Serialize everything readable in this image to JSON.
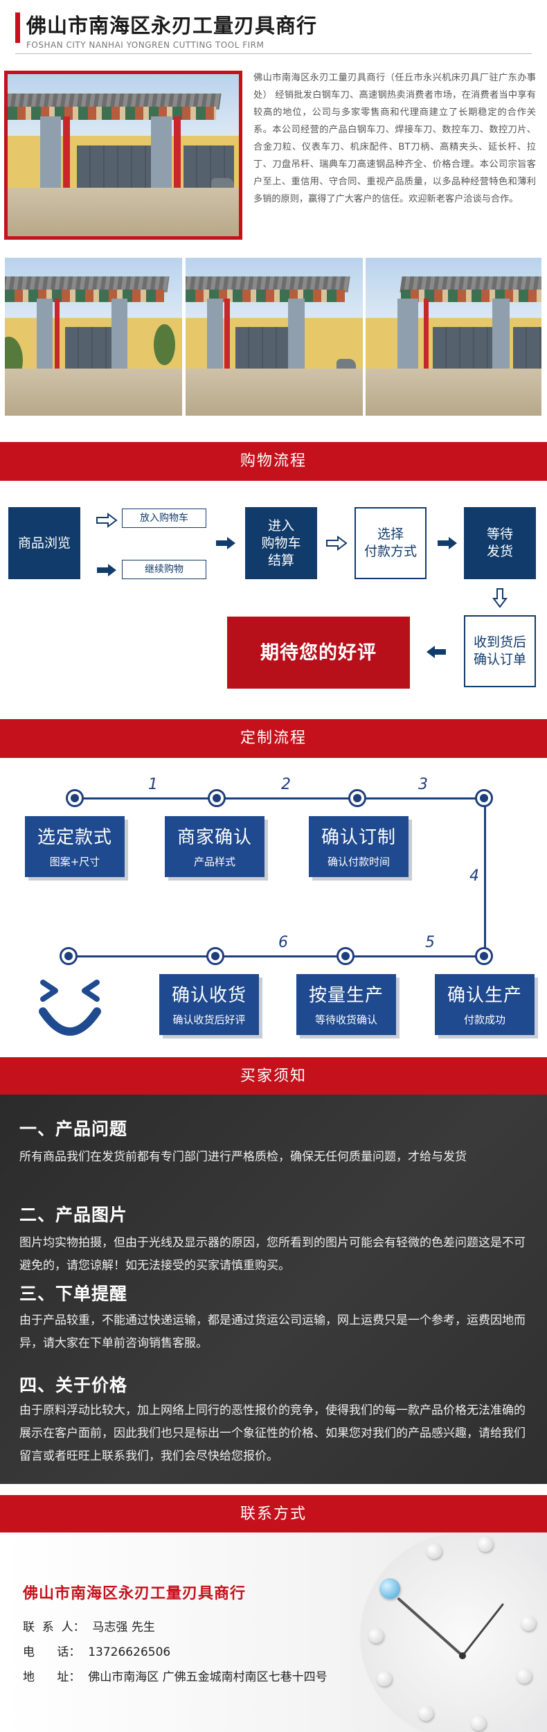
{
  "header": {
    "title": "佛山市南海区永刃工量刃具商行",
    "subtitle": "FOSHAN CITY NANHAI YONGREN CUTTING TOOL FIRM"
  },
  "intro": "佛山市南海区永刃工量刃具商行（任丘市永兴机床刃具厂驻广东办事处） 经销批发白钢车刀、高速钢热卖消费者市场，在消费者当中享有较高的地位，公司与多家零售商和代理商建立了长期稳定的合作关系。本公司经营的产品白钢车刀、焊接车刀、数控车刀、数控刀片、合金刀粒、仪表车刀、机床配件、BT刀柄、高精夹头、延长杆、拉丁、刀盘吊杆、瑞典车刀高速钢品种齐全、价格合理。本公司宗旨客户至上、重信用、守合同、重视产品质量，以多品种经营特色和薄利多销的原则，赢得了广大客户的信任。欢迎新老客户洽谈与合作。",
  "sections": {
    "shopping": "购物流程",
    "custom": "定制流程",
    "notice": "买家须知",
    "contact": "联系方式"
  },
  "shopping_flow": {
    "browse": "商品浏览",
    "add_cart": "放入购物车",
    "continue": "继续购物",
    "checkout": "进入\n购物车\n结算",
    "pay": "选择\n付款方式",
    "ship": "等待\n发货",
    "confirm": "收到货后\n确认订单",
    "review": "期待您的好评"
  },
  "custom_flow": {
    "nums": [
      "1",
      "2",
      "3",
      "4",
      "5",
      "6"
    ],
    "steps": [
      {
        "title": "选定款式",
        "sub": "图案+尺寸"
      },
      {
        "title": "商家确认",
        "sub": "产品样式"
      },
      {
        "title": "确认订制",
        "sub": "确认付款时间"
      },
      {
        "title": "确认生产",
        "sub": "付款成功"
      },
      {
        "title": "按量生产",
        "sub": "等待收货确认"
      },
      {
        "title": "确认收货",
        "sub": "确认收货后好评"
      }
    ]
  },
  "notice": {
    "items": [
      {
        "h": "一、产品问题",
        "p": "所有商品我们在发货前都有专门部门进行严格质检，确保无任何质量问题，才给与发货"
      },
      {
        "h": "二、产品图片",
        "p": "图片均实物拍摄，但由于光线及显示器的原因，您所看到的图片可能会有轻微的色差问题这是不可避免的，请您谅解！如无法接受的买家请慎重购买。"
      },
      {
        "h": "三、下单提醒",
        "p": "由于产品较重，不能通过快递运输，都是通过货运公司运输，网上运费只是一个参考，运费因地而异，请大家在下单前咨询销售客服。"
      },
      {
        "h": "四、关于价格",
        "p": "由于原料浮动比较大，加上网络上同行的恶性报价的竞争，使得我们的每一款产品价格无法准确的展示在客户面前，因此我们也只是标出一个象征性的价格、如果您对我们的产品感兴趣，请给我们留言或者旺旺上联系我们，我们会尽快给您报价。"
      }
    ]
  },
  "contact": {
    "company": "佛山市南海区永刃工量刃具商行",
    "contact_line": "联  系  人：  马志强 先生",
    "phone_line": "电      话：  13726626506",
    "address_line": "地      址：  佛山市南海区 广佛五金城南村南区七巷十四号"
  },
  "colors": {
    "accent_red": "#c4111b",
    "navy": "#113b6a",
    "custom_blue": "#1f4a8f"
  }
}
